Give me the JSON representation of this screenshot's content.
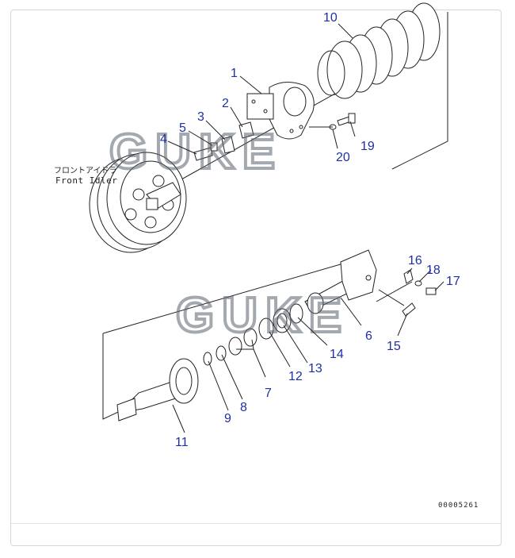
{
  "watermarks": [
    "GUKE",
    "GUKE"
  ],
  "caption_jp": "フロントアイドラ",
  "caption_en": "Front Idler",
  "drawing_number": "00005261",
  "callouts": [
    "1",
    "2",
    "3",
    "4",
    "5",
    "6",
    "7",
    "8",
    "9",
    "10",
    "11",
    "12",
    "13",
    "14",
    "15",
    "16",
    "17",
    "18",
    "19",
    "20"
  ],
  "colors": {
    "callout": "#1f2fa8",
    "line": "#222222",
    "watermark": "#5b6470",
    "frame": "#d6d6d6"
  }
}
